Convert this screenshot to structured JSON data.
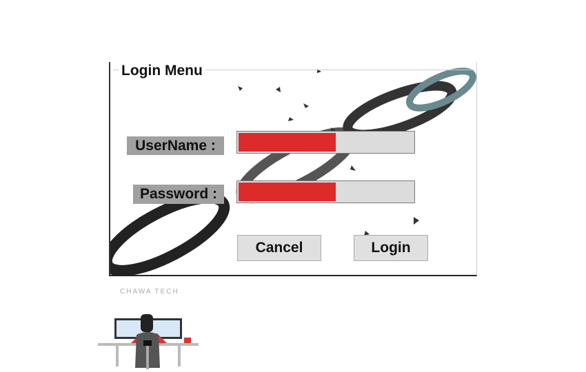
{
  "login_menu": {
    "title": "Login Menu",
    "username_label": "UserName :",
    "password_label": "Password :",
    "username_strength": 0.55,
    "password_strength": 0.55,
    "cancel_label": "Cancel",
    "login_label": "Login"
  },
  "brand": {
    "text": "CHAWA TECH"
  },
  "colors": {
    "fill": "#dd2a2a",
    "field": "#dcdcdc",
    "label_bg": "#a0a0a0"
  }
}
